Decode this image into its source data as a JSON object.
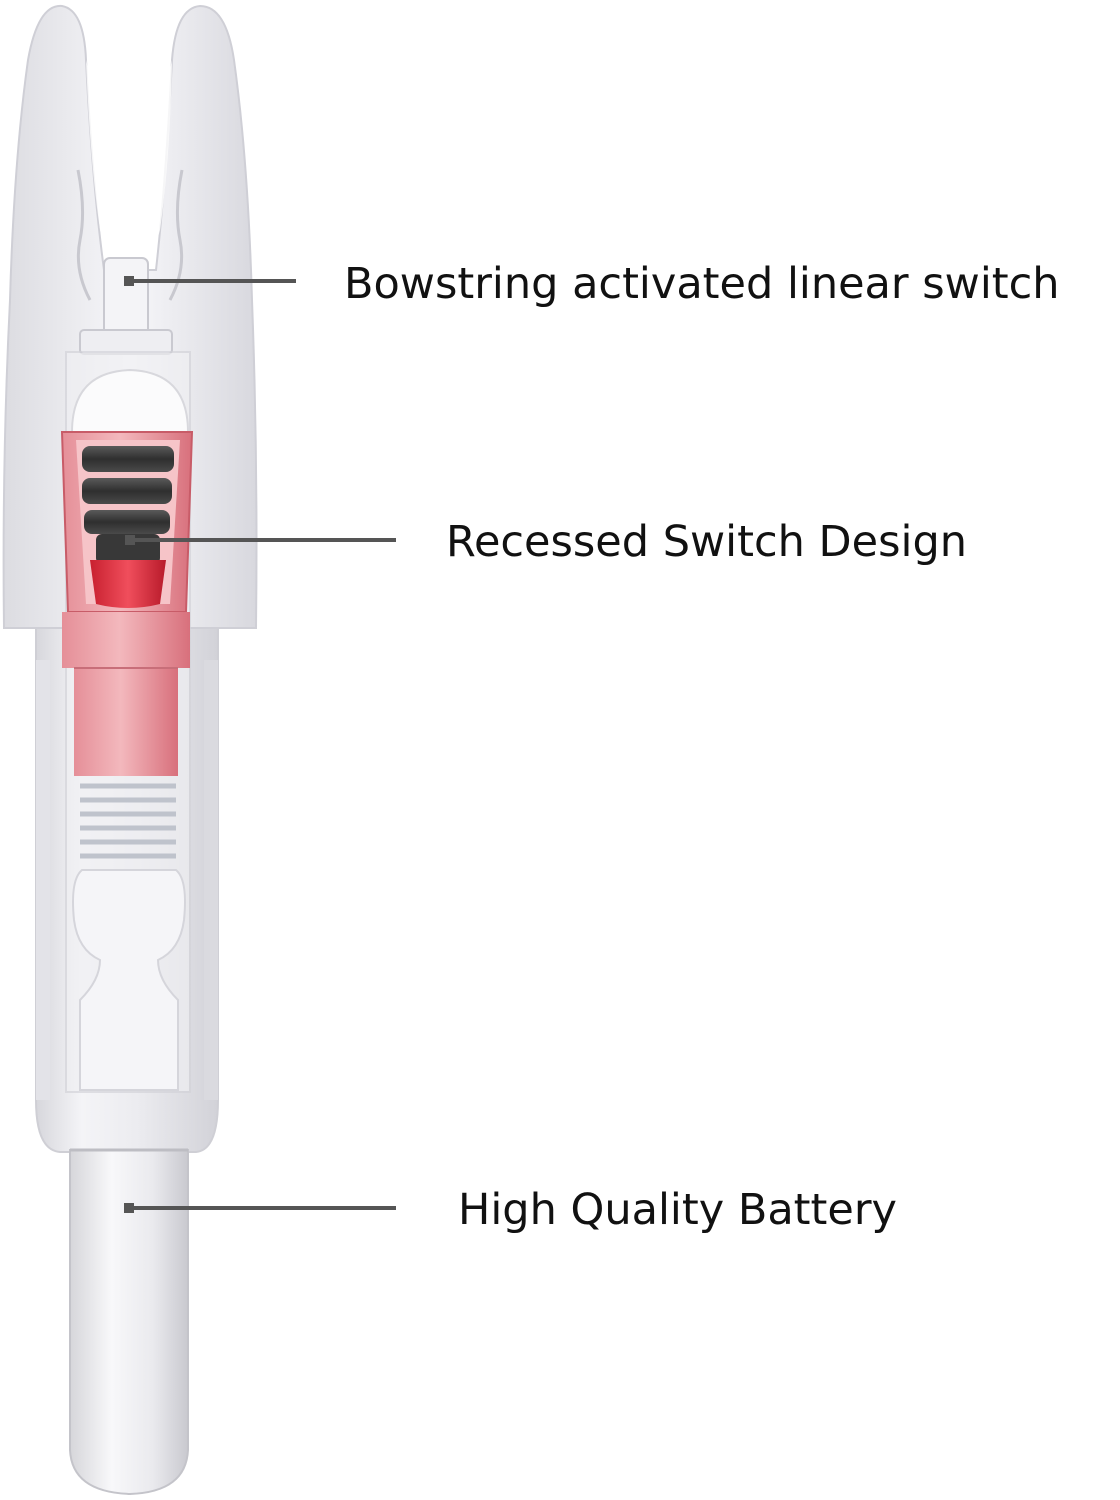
{
  "callouts": [
    {
      "id": "switch",
      "label": "Bowstring activated linear switch"
    },
    {
      "id": "recess",
      "label": "Recessed Switch Design"
    },
    {
      "id": "battery",
      "label": "High Quality Battery"
    }
  ],
  "colors": {
    "body": "#eeeef1",
    "body_shadow": "#d9d9de",
    "switch_red": "#e0404f",
    "switch_pink": "#e9a0a6",
    "stack_dark": "#3d3d3d",
    "leader": "#555555",
    "text": "#111111"
  }
}
